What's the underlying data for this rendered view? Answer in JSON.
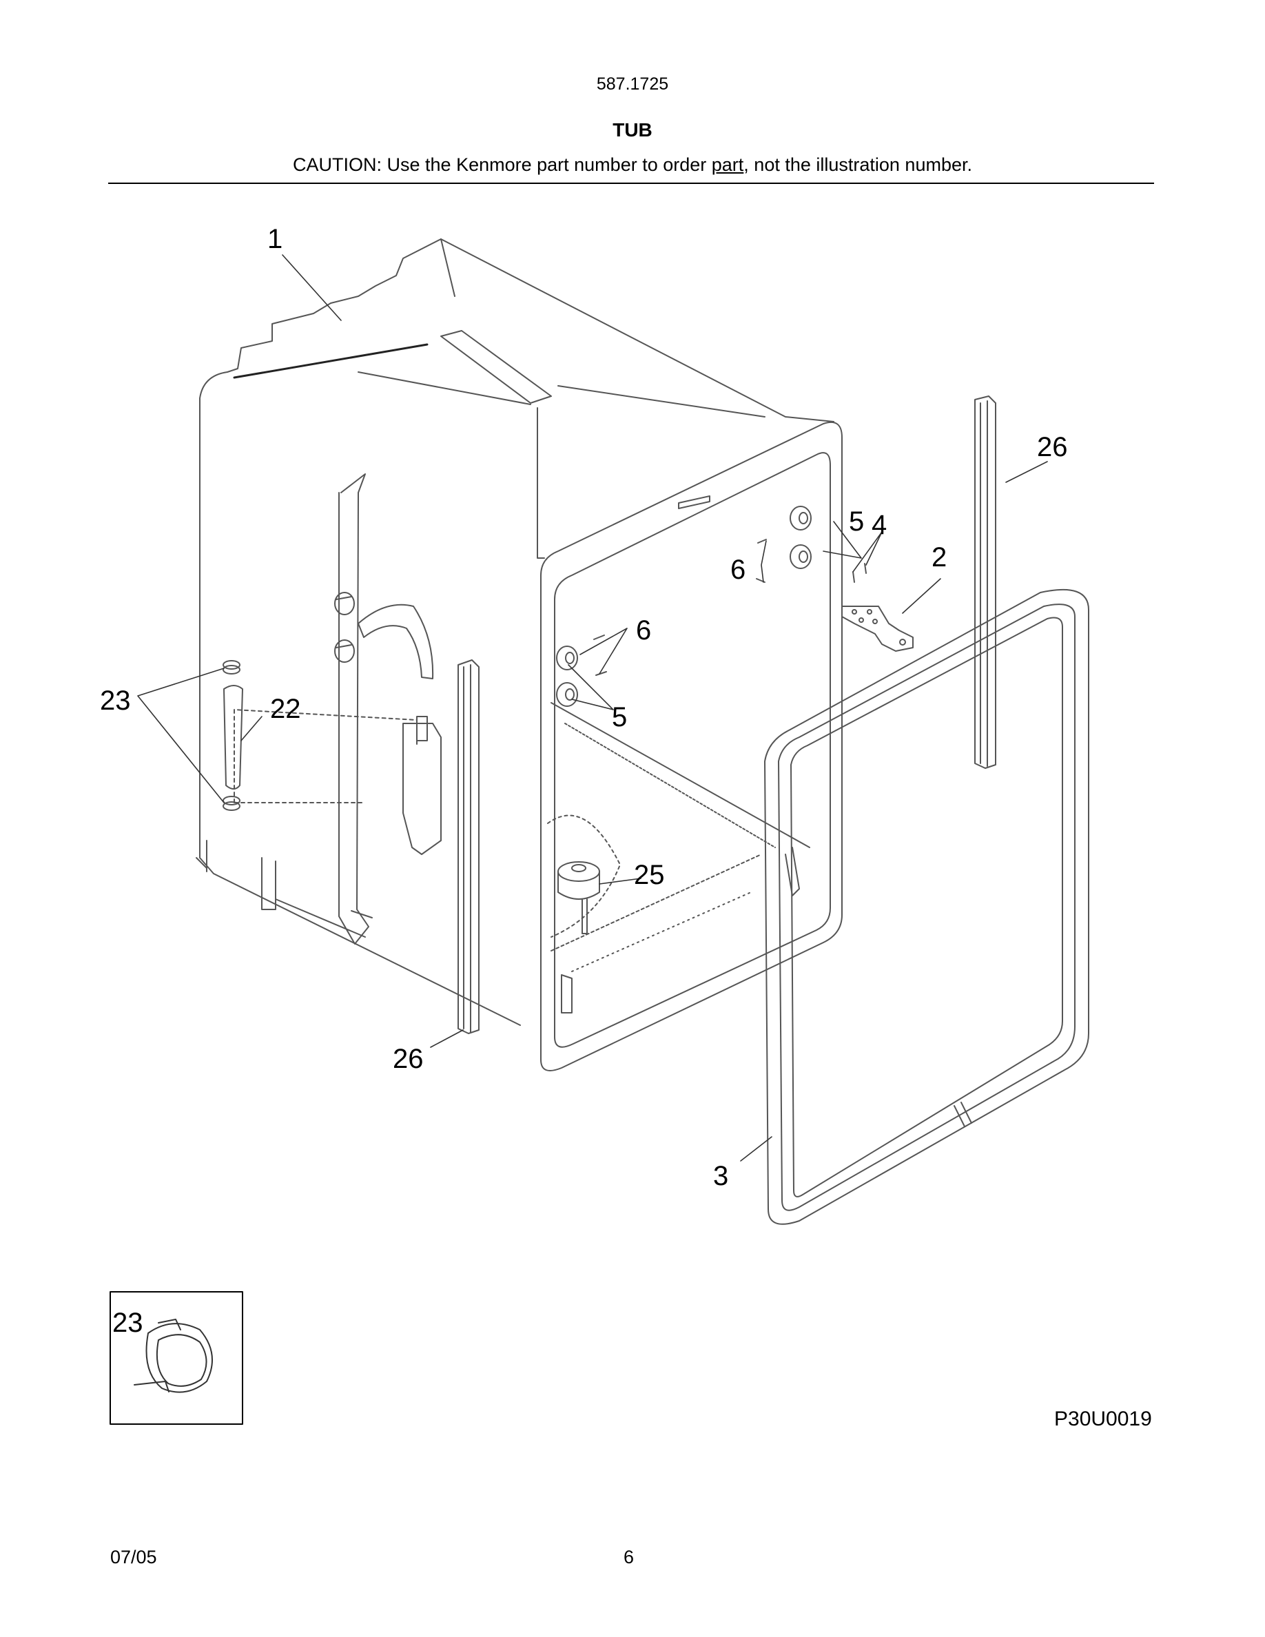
{
  "header": {
    "model_number": "587.1725",
    "section_title": "TUB",
    "caution_prefix": "CAUTION: Use the Kenmore part number to order ",
    "caution_underlined": "part",
    "caution_suffix": ", not the illustration number."
  },
  "diagram": {
    "callouts": {
      "tub": "1",
      "bracket": "2",
      "door_gasket": "3",
      "screw_bracket": "4",
      "roller_upper": "5",
      "roller_lower": "5",
      "screw_upper": "6",
      "screw_lower": "6",
      "hose_clamps": "23",
      "hose": "22",
      "wash_arm_support": "25",
      "side_trim_right": "26",
      "side_trim_left": "26"
    },
    "inset_label": "23",
    "figure_code": "P30U0019"
  },
  "footer": {
    "date": "07/05",
    "page_number": "6"
  }
}
